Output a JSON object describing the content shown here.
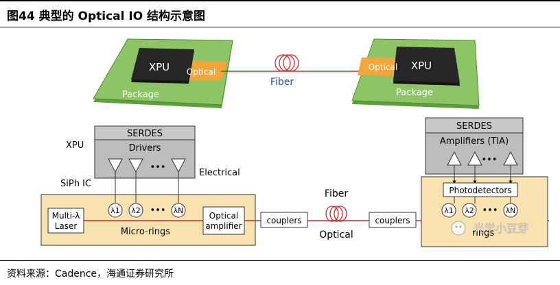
{
  "title": "图44 典型的 Optical IO 结构示意图",
  "source": "资料来源：Cadence，海通证券研究所",
  "top": {
    "xpu": "XPU",
    "optical": "Optical",
    "package": "Package",
    "fiber": "Fiber"
  },
  "left": {
    "xpu_label": "XPU",
    "serdes": "SERDES",
    "drivers": "Drivers",
    "dots": "•••",
    "electrical": "Electrical",
    "siph": "SiPh IC",
    "laser": [
      "Multi-λ",
      "Laser"
    ],
    "microrings": "Micro-rings",
    "amp": [
      "Optical",
      "amplifier"
    ],
    "lambdas": [
      "λ1",
      "λ2",
      "λN"
    ]
  },
  "middle": {
    "couplers_left": "couplers",
    "couplers_right": "couplers",
    "fiber": "Fiber",
    "optical": "Optical"
  },
  "right": {
    "serdes": "SERDES",
    "amplifiers": "Amplifiers (TIA)",
    "dots": "•••",
    "photodetectors": "Photodetectors",
    "lambdas": [
      "λ1",
      "λ2",
      "λN"
    ],
    "rings": "rings"
  },
  "watermark": "光学小豆芽",
  "colors": {
    "board_green": "#8cc466",
    "board_edge": "#5e9e3c",
    "chip": "#262626",
    "optical_orange": "#f0a63a",
    "siph_bg": "#f8e3b0",
    "gray_box": "#c8c8c8",
    "fiber_red": "#d42a2a"
  }
}
